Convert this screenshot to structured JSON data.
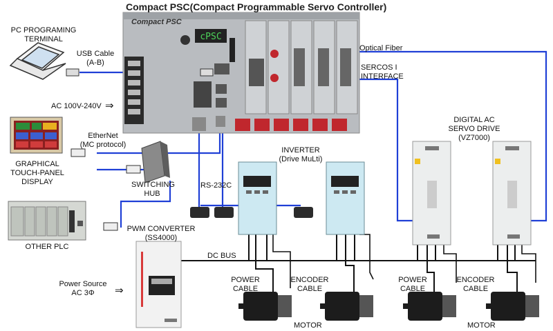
{
  "title": "Compact PSC(Compact Programmable Servo Controller)",
  "controller": {
    "brand": "Compact PSC",
    "display": "cPSC"
  },
  "labels": {
    "pc_terminal": [
      "PC PROGRAMING",
      "TERMINAL"
    ],
    "usb_cable": [
      "USB Cable",
      "(A-B)"
    ],
    "ac_input": "AC 100V-240V",
    "ethernet": [
      "EtherNet",
      "(MC protocol)"
    ],
    "touch_panel": [
      "GRAPHICAL",
      "TOUCH-PANEL",
      "DISPLAY"
    ],
    "switching_hub": [
      "SWITCHING",
      "HUB"
    ],
    "other_plc": "OTHER PLC",
    "rs232c": "RS-232C",
    "inverter": [
      "INVERTER",
      "(Drive MuLti)"
    ],
    "optical_fiber": "Optical Fiber",
    "sercos": [
      "SERCOS I",
      "INTERFACE"
    ],
    "servo_drive": [
      "DIGITAL AC",
      "SERVO DRIVE",
      "(VZ7000)"
    ],
    "pwm_converter": [
      "PWM CONVERTER",
      "(SS4000)"
    ],
    "dc_bus": "DC BUS",
    "power_source": [
      "Power Source",
      "AC 3Φ"
    ],
    "power_cable_1": [
      "POWER",
      "CABLE"
    ],
    "encoder_cable_1": [
      "ENCODER",
      "CABLE"
    ],
    "power_cable_2": [
      "POWER",
      "CABLE"
    ],
    "encoder_cable_2": [
      "ENCODER",
      "CABLE"
    ],
    "motor_1": "MOTOR",
    "motor_2": "MOTOR"
  },
  "colors": {
    "network_line": "#1f3fd6",
    "power_line": "#111111",
    "controller_body": "#b9bcc0",
    "inverter_body": "#cde9f2",
    "servo_body": "#eceeee",
    "connector_red": "#c0272d"
  },
  "icons": [
    "laptop-icon",
    "usb-plug-icon",
    "touch-panel-icon",
    "rj45-plug-icon",
    "plc-icon",
    "hub-icon",
    "motor-icon",
    "arrow-icon"
  ]
}
